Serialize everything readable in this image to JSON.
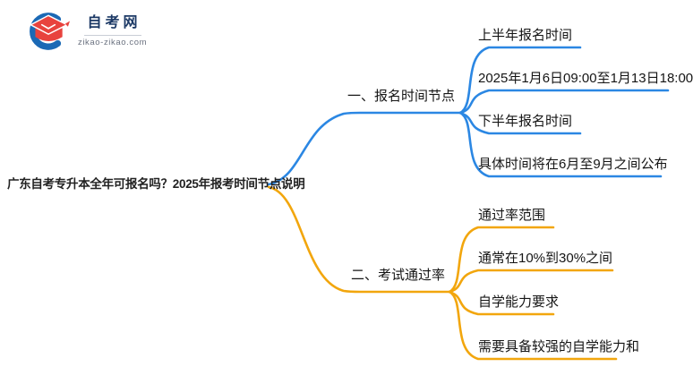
{
  "logo": {
    "site_name": "自考网",
    "site_domain": "zikao-zikao.com"
  },
  "colors": {
    "branch1_blue": "#2b87e3",
    "branch2_orange": "#f2a60d",
    "logo_red": "#e8433e",
    "logo_blue": "#1b69b5",
    "logo_text_navy": "#1d3a66",
    "body_text": "#151515"
  },
  "mindmap": {
    "root_title": "广东自考专升本全年可报名吗？2025年报考时间节点说明",
    "branches": [
      {
        "label": "一、报名时间节点",
        "children": [
          "上半年报名时间",
          "2025年1月6日09:00至1月13日18:00",
          "下半年报名时间",
          "具体时间将在6月至9月之间公布"
        ]
      },
      {
        "label": "二、考试通过率",
        "children": [
          "通过率范围",
          "通常在10%到30%之间",
          "自学能力要求",
          "需要具备较强的自学能力和"
        ]
      }
    ]
  }
}
